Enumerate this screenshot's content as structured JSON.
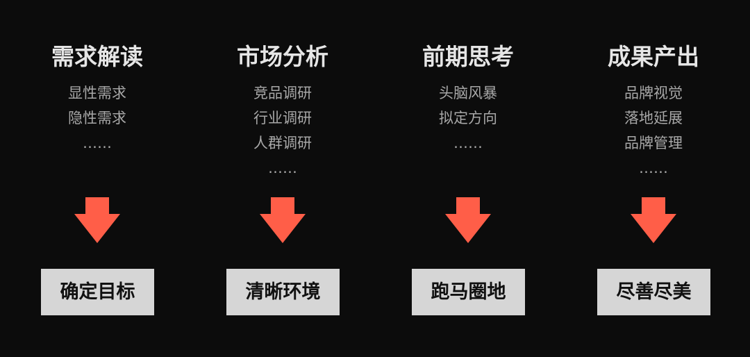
{
  "accent_color": "#ff5e48",
  "columns": [
    {
      "title": "需求解读",
      "items": [
        "显性需求",
        "隐性需求",
        "……"
      ],
      "result": "确定目标"
    },
    {
      "title": "市场分析",
      "items": [
        "竞品调研",
        "行业调研",
        "人群调研",
        "……"
      ],
      "result": "清晰环境"
    },
    {
      "title": "前期思考",
      "items": [
        "头脑风暴",
        "拟定方向",
        "……"
      ],
      "result": "跑马圈地"
    },
    {
      "title": "成果产出",
      "items": [
        "品牌视觉",
        "落地延展",
        "品牌管理",
        "……"
      ],
      "result": "尽善尽美"
    }
  ]
}
